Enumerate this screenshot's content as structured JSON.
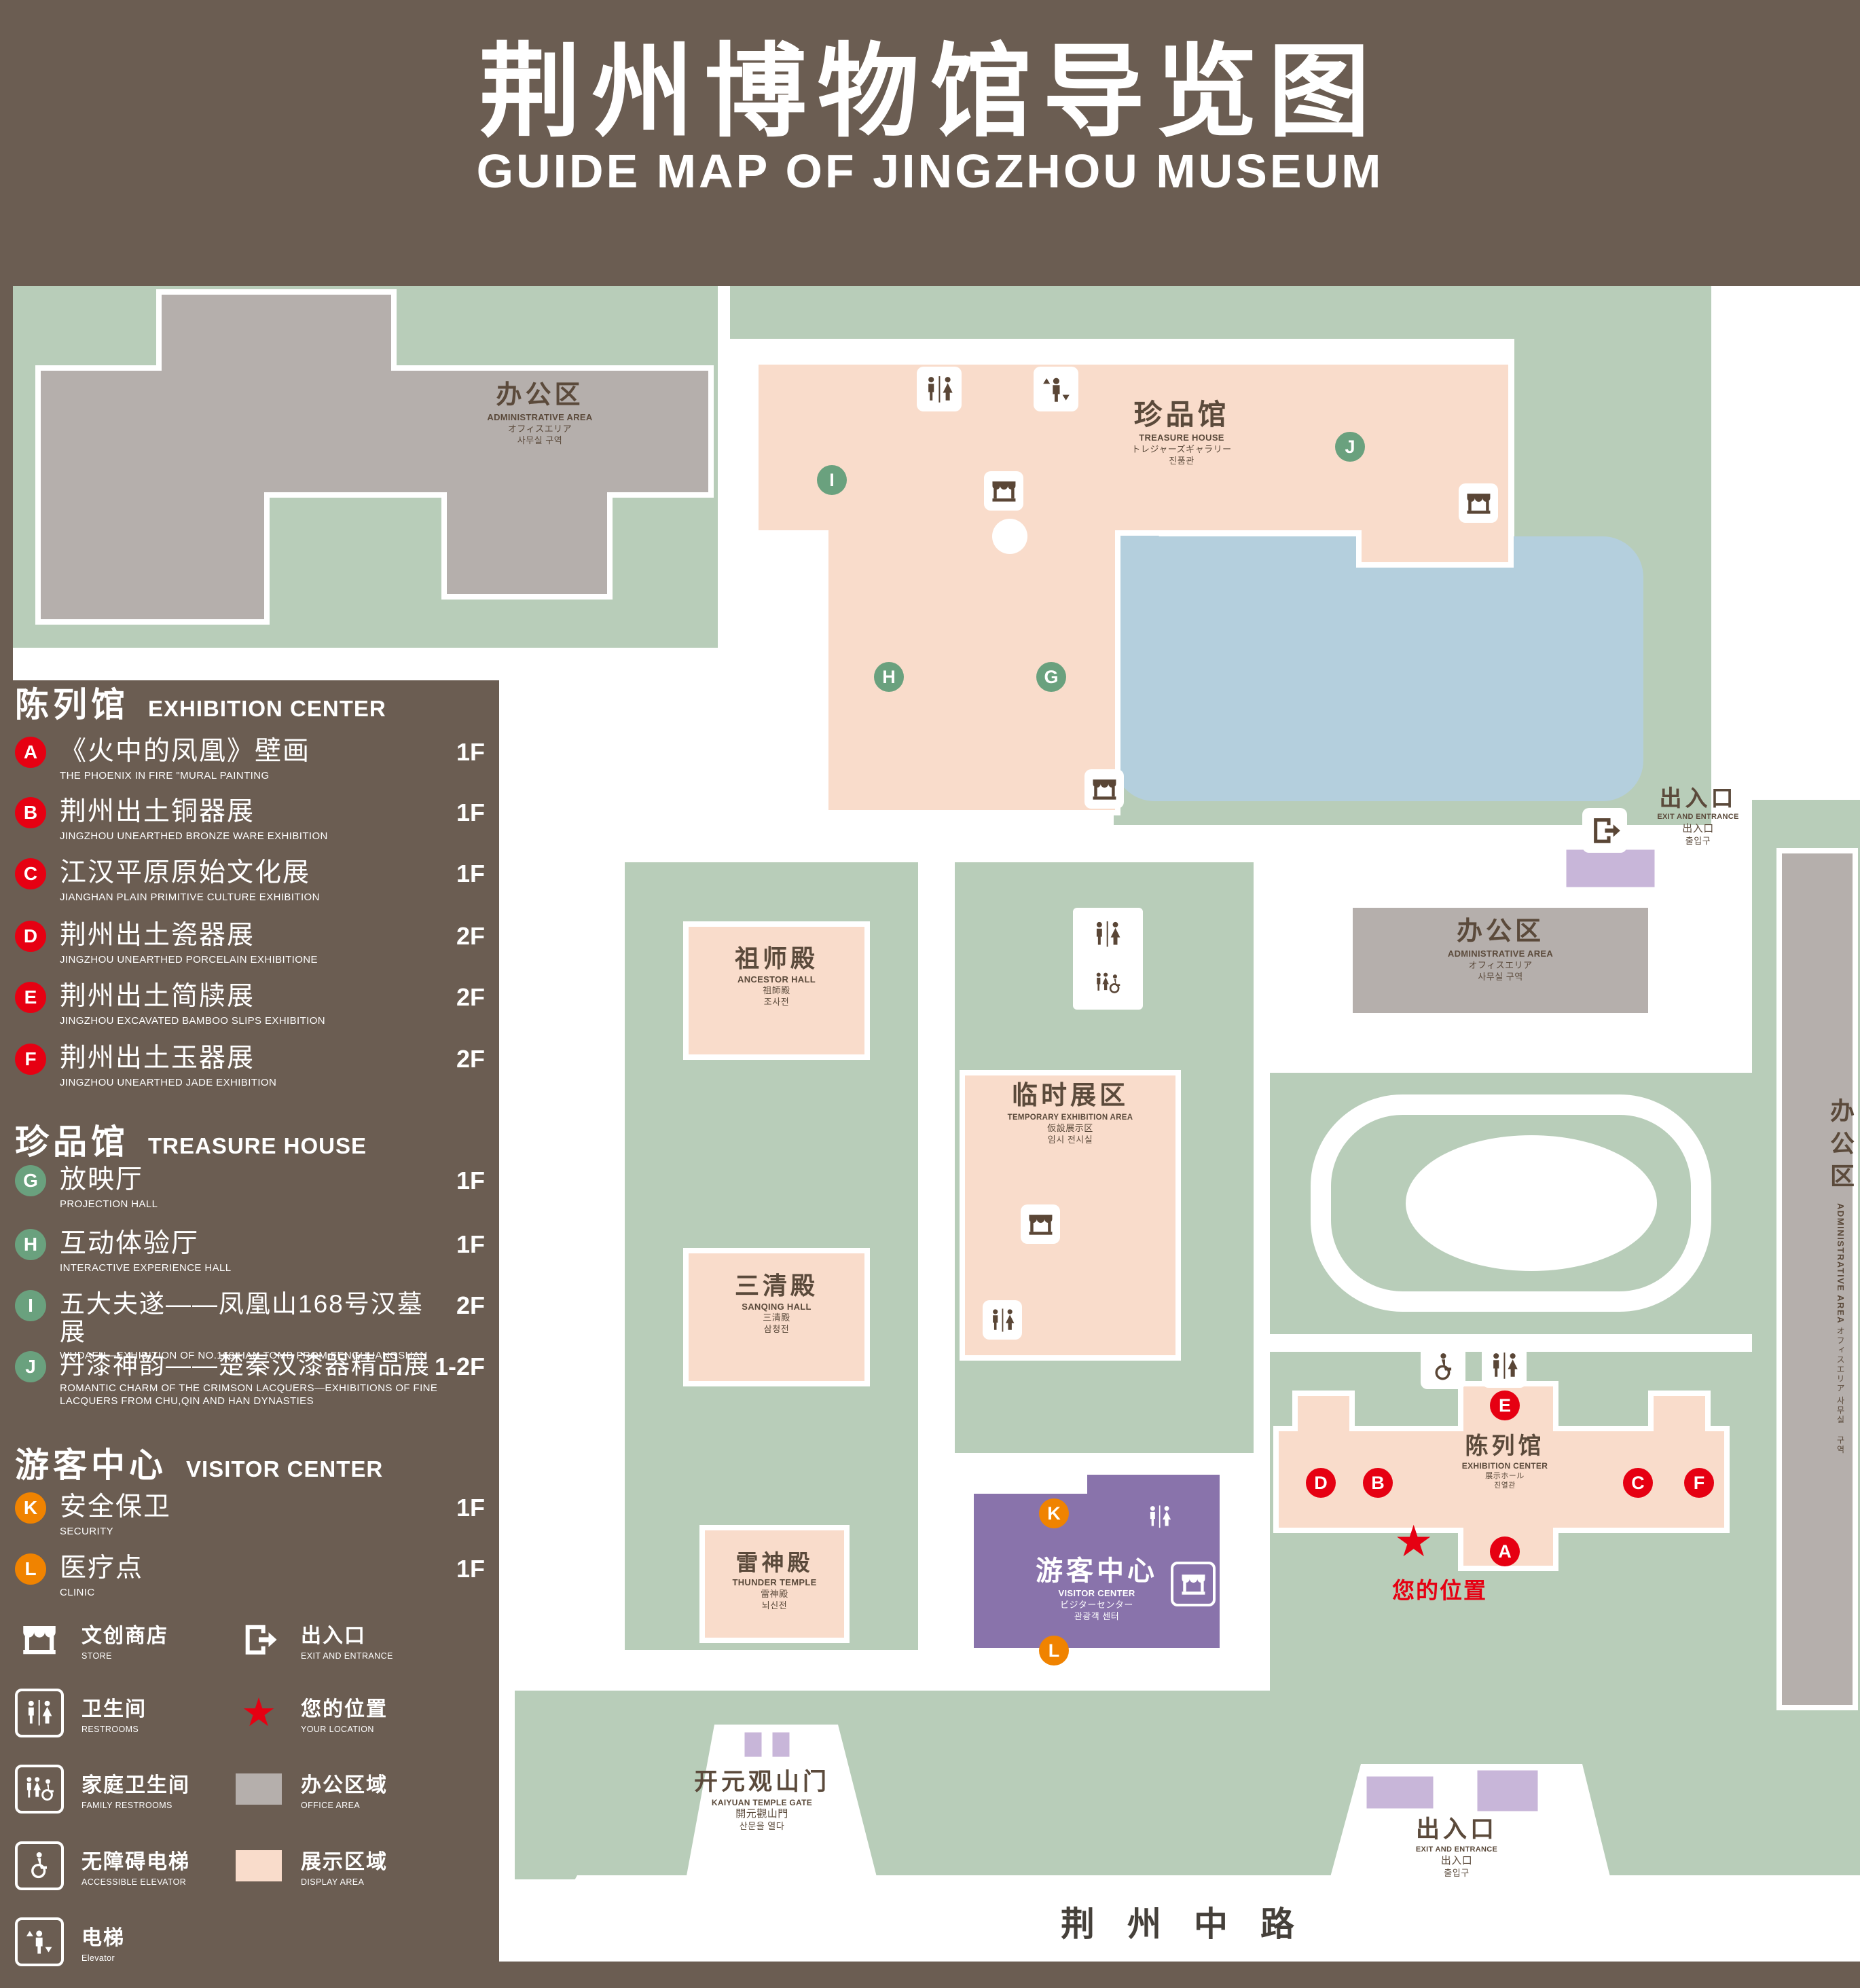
{
  "title": {
    "cn": "荆州博物馆导览图",
    "en": "GUIDE MAP OF JINGZHOU MUSEUM"
  },
  "colors": {
    "background": "#6b5d52",
    "lawn": "#b8cdb9",
    "display_area": "#f9dccb",
    "office_area": "#b5afac",
    "visitor_center": "#8973ab",
    "pond": "#b4cfdd",
    "entrance_pad": "#c8b6d9",
    "marker_red": "#e60012",
    "marker_green": "#6aa17e",
    "marker_orange": "#f08300",
    "location_red": "#e60012"
  },
  "legend": {
    "sections": [
      {
        "title_cn": "陈列馆",
        "title_en": "EXHIBITION CENTER",
        "items": [
          {
            "letter": "A",
            "cn": "《火中的凤凰》壁画",
            "en": "THE PHOENIX IN FIRE \"MURAL PAINTING",
            "floor": "1F"
          },
          {
            "letter": "B",
            "cn": "荆州出土铜器展",
            "en": "JINGZHOU UNEARTHED BRONZE WARE EXHIBITION",
            "floor": "1F"
          },
          {
            "letter": "C",
            "cn": "江汉平原原始文化展",
            "en": "JIANGHAN PLAIN PRIMITIVE CULTURE EXHIBITION",
            "floor": "1F"
          },
          {
            "letter": "D",
            "cn": "荆州出土瓷器展",
            "en": "JINGZHOU UNEARTHED PORCELAIN EXHIBITIONE",
            "floor": "2F"
          },
          {
            "letter": "E",
            "cn": "荆州出土简牍展",
            "en": "JINGZHOU EXCAVATED BAMBOO SLIPS EXHIBITION",
            "floor": "2F"
          },
          {
            "letter": "F",
            "cn": "荆州出土玉器展",
            "en": "JINGZHOU UNEARTHED JADE EXHIBITION",
            "floor": "2F"
          }
        ]
      },
      {
        "title_cn": "珍品馆",
        "title_en": "TREASURE HOUSE",
        "items": [
          {
            "letter": "G",
            "cn": "放映厅",
            "en": "PROJECTION HALL",
            "floor": "1F"
          },
          {
            "letter": "H",
            "cn": "互动体验厅",
            "en": "INTERACTIVE EXPERIENCE HALL",
            "floor": "1F"
          },
          {
            "letter": "I",
            "cn": "五大夫遂——凤凰山168号汉墓展",
            "en": "WUDAFU—EXHIBITION OF NO.168 HAN TOMB FROM FENGHUANGSHAN",
            "floor": "2F"
          },
          {
            "letter": "J",
            "cn": "丹漆神韵——楚秦汉漆器精品展",
            "en": "ROMANTIC CHARM OF THE CRIMSON LACQUERS—EXHIBITIONS OF FINE LACQUERS FROM CHU,QIN AND HAN DYNASTIES",
            "floor": "1-2F"
          }
        ]
      },
      {
        "title_cn": "游客中心",
        "title_en": "VISITOR CENTER",
        "items": [
          {
            "letter": "K",
            "cn": "安全保卫",
            "en": "SECURITY",
            "floor": "1F"
          },
          {
            "letter": "L",
            "cn": "医疗点",
            "en": "CLINIC",
            "floor": "1F"
          }
        ]
      }
    ],
    "symbols_left": [
      {
        "cn": "文创商店",
        "en": "STORE"
      },
      {
        "cn": "卫生间",
        "en": "RESTROOMS"
      },
      {
        "cn": "家庭卫生间",
        "en": "FAMILY RESTROOMS"
      },
      {
        "cn": "无障碍电梯",
        "en": "ACCESSIBLE ELEVATOR"
      },
      {
        "cn": "电梯",
        "en": "Elevator"
      }
    ],
    "symbols_right": [
      {
        "cn": "出入口",
        "en": "EXIT AND ENTRANCE"
      },
      {
        "cn": "您的位置",
        "en": "YOUR LOCATION"
      },
      {
        "cn": "办公区域",
        "en": "OFFICE AREA"
      },
      {
        "cn": "展示区域",
        "en": "DISPLAY AREA"
      }
    ]
  },
  "map": {
    "admin_nw": {
      "cn": "办公区",
      "en": "ADMINISTRATIVE AREA",
      "jp": "オフィスエリア",
      "kr": "사무실 구역"
    },
    "treasure": {
      "cn": "珍品馆",
      "en": "TREASURE HOUSE",
      "jp": "トレジャーズギャラリー",
      "kr": "진품관"
    },
    "admin_ne": {
      "cn": "办公区",
      "en": "ADMINISTRATIVE AREA",
      "jp": "オフィスエリア",
      "kr": "사무실 구역"
    },
    "admin_e": {
      "cn": "办公区",
      "en": "ADMINISTRATIVE AREA",
      "jp": "オフィスエリア",
      "kr": "사무실 구역"
    },
    "ancestor": {
      "cn": "祖师殿",
      "en": "ANCESTOR HALL",
      "jp": "祖師殿",
      "kr": "조사전"
    },
    "temp": {
      "cn": "临时展区",
      "en": "TEMPORARY EXHIBITION AREA",
      "jp": "仮設展示区",
      "kr": "임시 전시실"
    },
    "sanqing": {
      "cn": "三清殿",
      "en": "SANQING HALL",
      "jp": "三清殿",
      "kr": "삼청전"
    },
    "thunder": {
      "cn": "雷神殿",
      "en": "THUNDER TEMPLE",
      "jp": "雷神殿",
      "kr": "뇌신전"
    },
    "visitor": {
      "cn": "游客中心",
      "en": "VISITOR CENTER",
      "jp": "ビジターセンター",
      "kr": "관광객 센터"
    },
    "exhibition": {
      "cn": "陈列馆",
      "en": "EXHIBITION CENTER",
      "jp": "展示ホール",
      "kr": "진열관"
    },
    "exit_ne": {
      "cn": "出入口",
      "en": "EXIT AND ENTRANCE",
      "jp": "出入口",
      "kr": "출입구"
    },
    "exit_s": {
      "cn": "出入口",
      "en": "EXIT AND ENTRANCE",
      "jp": "出入口",
      "kr": "출입구"
    },
    "gate": {
      "cn": "开元观山门",
      "en": "KAIYUAN TEMPLE GATE",
      "jp": "開元觀山門",
      "kr": "산문을 열다"
    },
    "road": "荆州中路",
    "your_location": "您的位置",
    "markers": [
      "A",
      "B",
      "C",
      "D",
      "E",
      "F",
      "G",
      "H",
      "I",
      "J",
      "K",
      "L"
    ]
  }
}
